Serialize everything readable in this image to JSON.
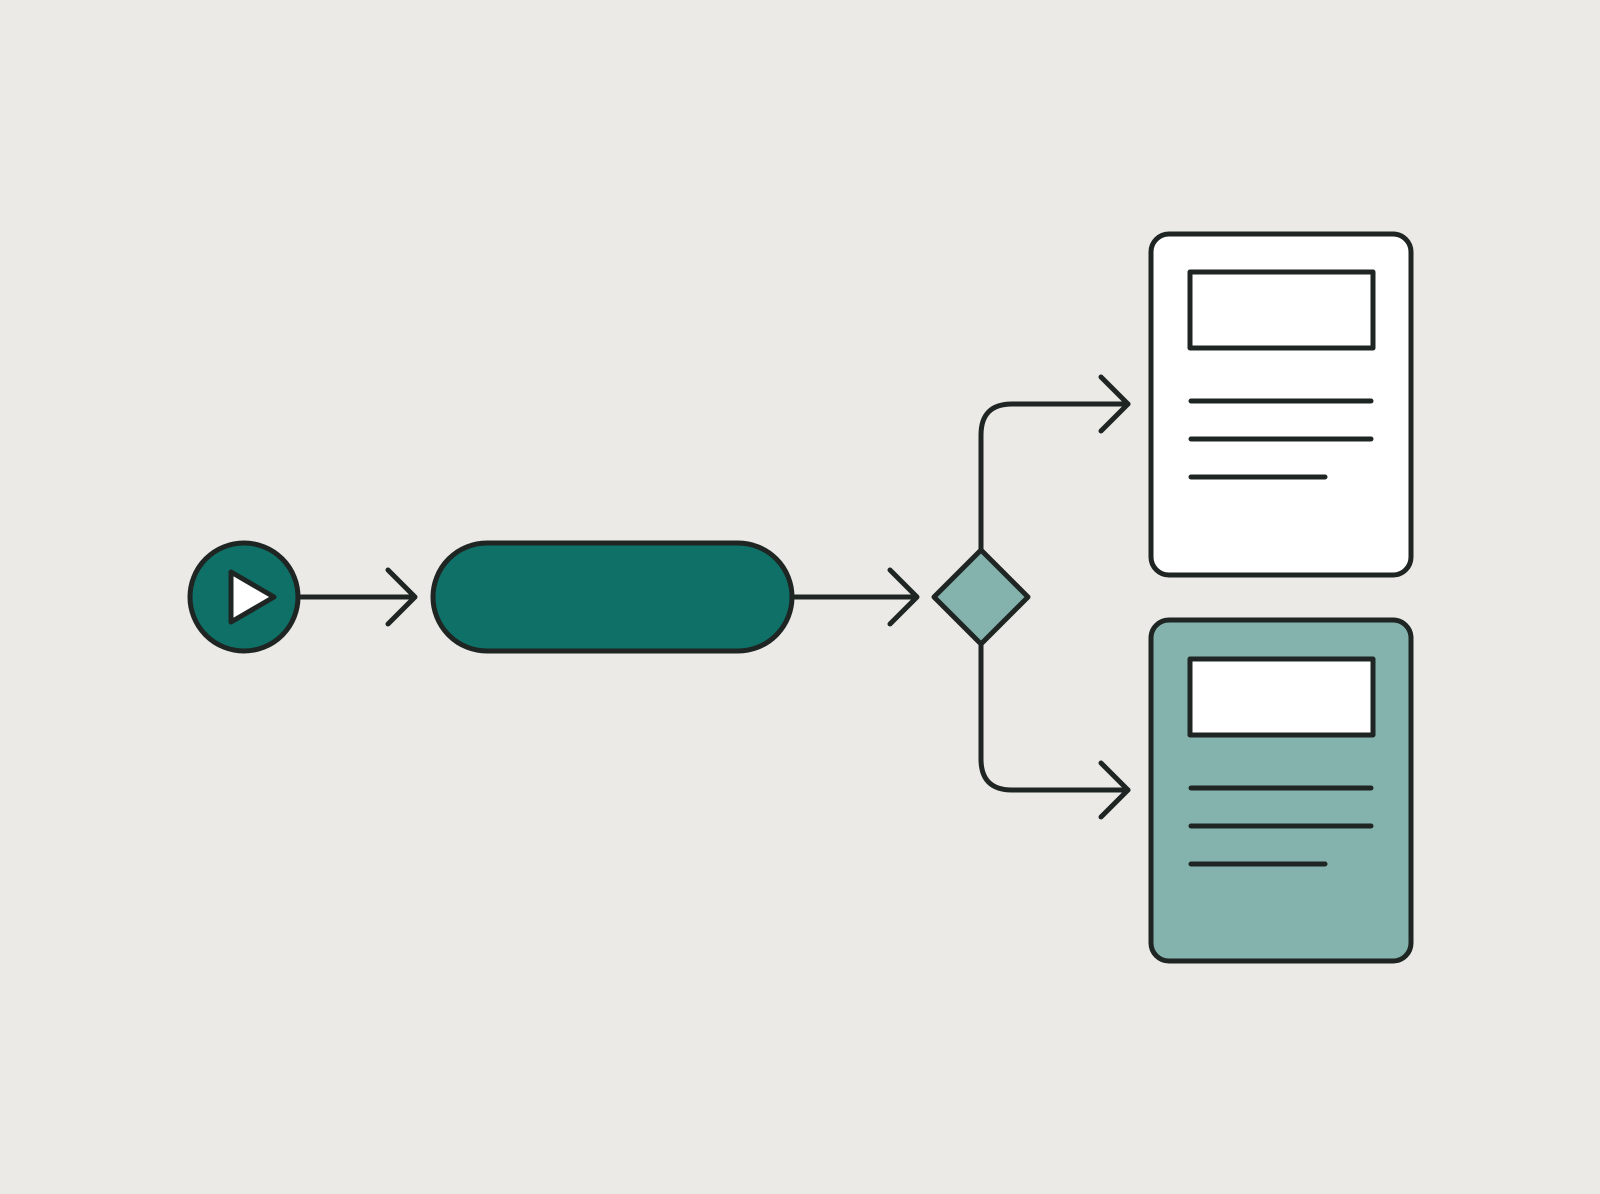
{
  "diagram": {
    "type": "flowchart",
    "colors": {
      "background": "#ebeae6",
      "stroke": "#1e2523",
      "primary_teal": "#0e7066",
      "light_teal": "#84b3ad",
      "card_white": "#ffffff"
    },
    "nodes": [
      {
        "id": "start",
        "shape": "circle",
        "icon": "play-icon",
        "fill": "primary_teal"
      },
      {
        "id": "process",
        "shape": "rounded-pill",
        "fill": "primary_teal"
      },
      {
        "id": "decision",
        "shape": "diamond",
        "fill": "light_teal"
      },
      {
        "id": "output-a",
        "shape": "document-card",
        "fill": "card_white"
      },
      {
        "id": "output-b",
        "shape": "document-card",
        "fill": "light_teal"
      }
    ],
    "edges": [
      {
        "from": "start",
        "to": "process"
      },
      {
        "from": "process",
        "to": "decision"
      },
      {
        "from": "decision",
        "to": "output-a",
        "branch": "upper"
      },
      {
        "from": "decision",
        "to": "output-b",
        "branch": "lower"
      }
    ]
  }
}
